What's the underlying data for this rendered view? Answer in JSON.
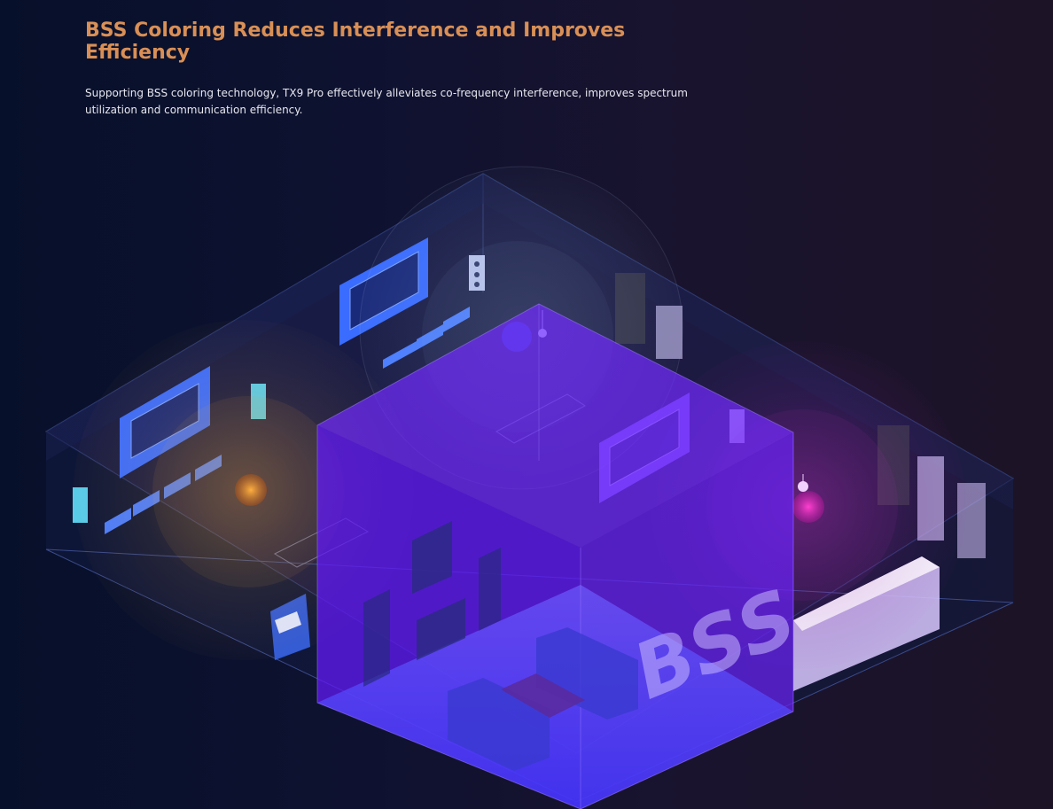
{
  "section": {
    "title": "BSS Coloring Reduces Interference and Improves Efficiency",
    "description": "Supporting BSS coloring technology, TX9 Pro effectively alleviates co-frequency interference, improves spectrum utilization and communication efficiency."
  },
  "illustration": {
    "watermark_text": "BSS",
    "colors": {
      "title": "#d98f55",
      "cube": "#6a1cff",
      "signal_left": "#e0a040",
      "signal_top": "#7fa0c8",
      "signal_right": "#c030c0",
      "tv_screen": "#3a6cff"
    }
  }
}
